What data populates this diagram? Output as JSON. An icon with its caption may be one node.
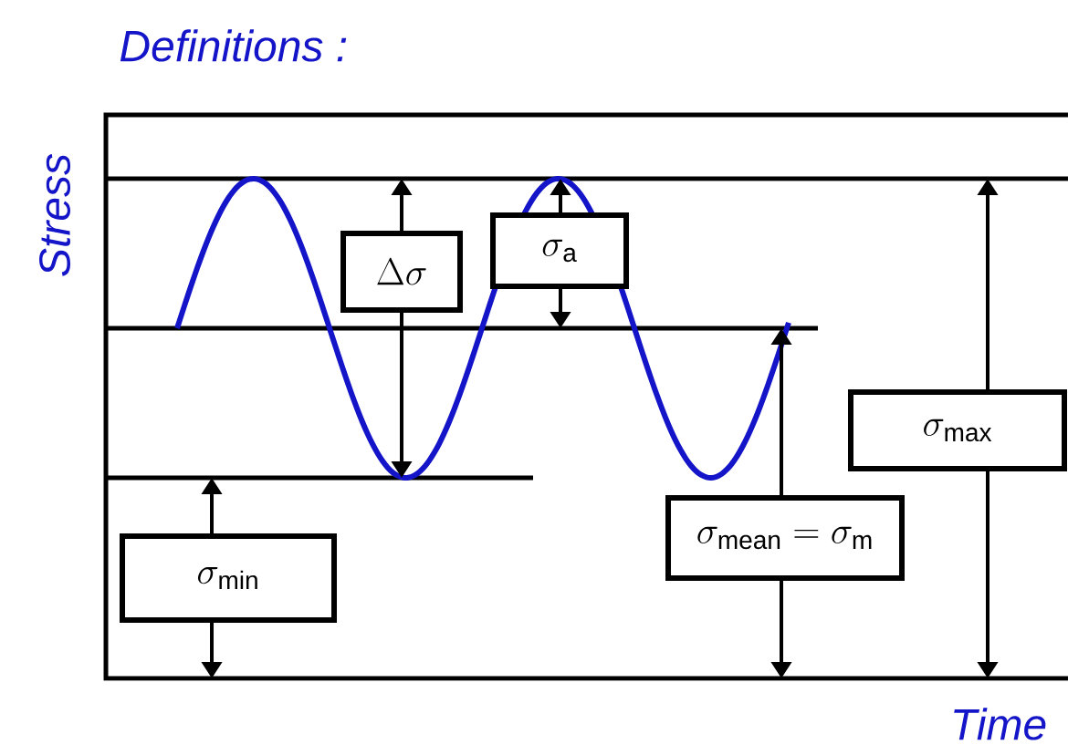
{
  "diagram": {
    "title": "Definitions :",
    "nodes": [
      {
        "text": [
          "\\Delta\\sigma"
        ]
      },
      {
        "text": [
          "\\sigma_{\\mathrm{a}}"
        ]
      },
      {
        "text": [
          "\\sigma_{\\mathrm{max}}"
        ]
      },
      {
        "text": [
          "\\sigma_{\\mathrm{mean}} = \\sigma_{\\mathrm{m}}"
        ]
      },
      {
        "text": [
          "\\sigma_{\\mathrm{min}}"
        ]
      }
    ],
    "labels": [
      "Stress",
      "Time"
    ]
  }
}
